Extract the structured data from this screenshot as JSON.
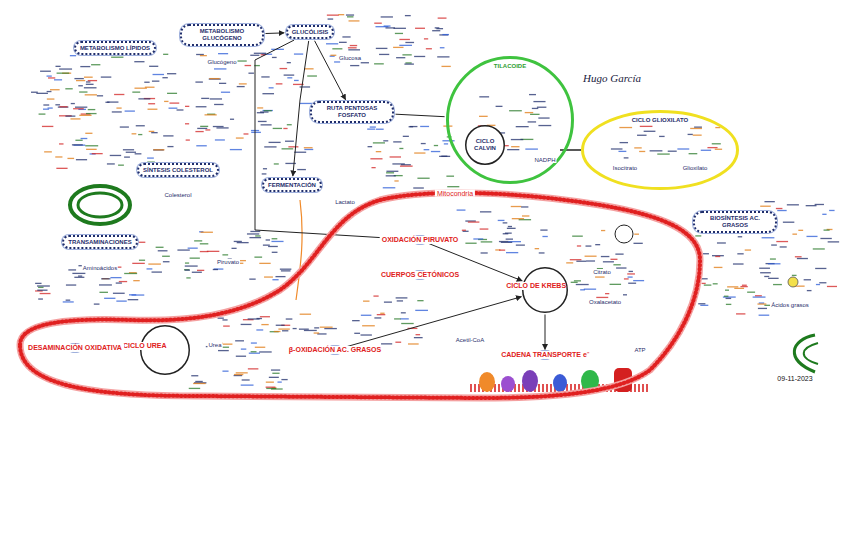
{
  "diagram": {
    "nodes": [
      {
        "text": [
          "METABOLISMO LÍPIDOS"
        ]
      },
      {
        "text": [
          "METABOLISMO GLUCÓGENO"
        ]
      },
      {
        "text": [
          "GLUCÓLISIS"
        ]
      },
      {
        "text": [
          "RUTA PENTOSAS FOSFATO"
        ]
      },
      {
        "text": [
          "TILACOIDE"
        ]
      },
      {
        "text": [
          "CICLO CALVIN"
        ],
        "in": 4
      },
      {
        "text": [
          "CICLO GLIOXILATO"
        ]
      },
      {
        "text": [
          "SÍNTESIS COLESTEROL"
        ]
      },
      {
        "text": [
          "TRANSAMINACIONES"
        ]
      },
      {
        "text": [
          "FERMENTACIÓN"
        ]
      },
      {
        "text": [
          "Mitocondria"
        ]
      },
      {
        "text": [
          "OXIDACIÓN PIRUVATO"
        ],
        "in": 10
      },
      {
        "text": [
          "CUERPOS CETÓNICOS"
        ],
        "in": 10
      },
      {
        "text": [
          "CICLO DE KREBS"
        ],
        "in": 10
      },
      {
        "text": [
          "CICLO UREA"
        ],
        "in": 10
      },
      {
        "text": [
          "DESAMINACIÓN OXIDATIVA"
        ],
        "in": 10
      },
      {
        "text": [
          "β-OXIDACIÓN AC. GRASOS"
        ],
        "in": 10
      },
      {
        "text": [
          "CADENA TRANSPORTE e⁻"
        ],
        "in": 10
      },
      {
        "text": [
          "BIOSÍNTESIS AC. GRASOS"
        ]
      }
    ],
    "edges": [
      {
        "from": 1,
        "to": 2,
        "arrow": "to"
      },
      {
        "from": 2,
        "to": 3,
        "arrow": "to"
      },
      {
        "from": 2,
        "to": 9,
        "arrow": "to"
      },
      {
        "from": 2,
        "to": 11,
        "arrow": "to"
      },
      {
        "from": 3,
        "to": 4,
        "arrow": "none"
      },
      {
        "from": 11,
        "to": 13,
        "arrow": "to"
      },
      {
        "from": 16,
        "to": 13,
        "arrow": "to"
      },
      {
        "from": 13,
        "to": 17,
        "arrow": "to"
      },
      {
        "from": 14,
        "to": 15,
        "arrow": "none"
      }
    ],
    "labels": [
      "Glucosa",
      "Glucógeno",
      "Lactato",
      "Piruvato",
      "Acetil-CoA",
      "Citrato",
      "Oxalacetato",
      "ATP",
      "Urea",
      "Colesterol",
      "Aminoácidos",
      "Ácidos grasos",
      "NADPH",
      "Isocitrato",
      "Glioxilato",
      "Hugo García",
      "09-11-2023"
    ]
  }
}
